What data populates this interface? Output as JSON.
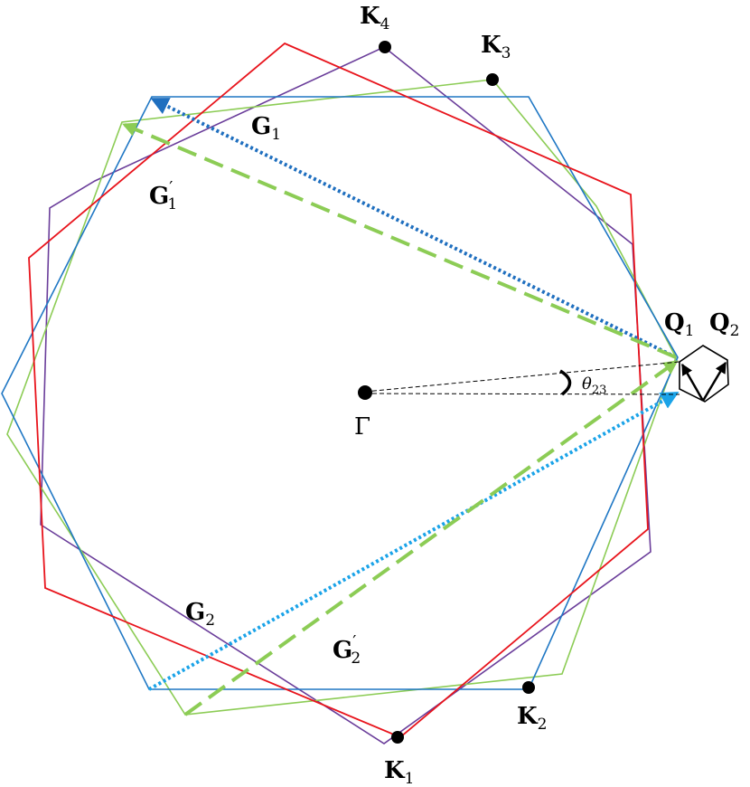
{
  "colors": {
    "red_hexagon": "#e8141c",
    "blue_hexagon": "#1f77c4",
    "green_hexagon": "#8ccc55",
    "purple_hexagon": "#6a3d9a",
    "G1_arrow": "#1f6fbf",
    "G2_arrow": "#1aa3e8",
    "Gprime_arrows": "#8ccc55",
    "guide_lines": "#000000"
  },
  "labels": {
    "K1": {
      "base": "K",
      "sub": "1"
    },
    "K2": {
      "base": "K",
      "sub": "2"
    },
    "K3": {
      "base": "K",
      "sub": "3"
    },
    "K4": {
      "base": "K",
      "sub": "4"
    },
    "Q1": {
      "base": "Q",
      "sub": "1"
    },
    "Q2": {
      "base": "Q",
      "sub": "2"
    },
    "G1": {
      "base": "G",
      "sub": "1"
    },
    "G2": {
      "base": "G",
      "sub": "2"
    },
    "G1p": {
      "base": "G",
      "prime": "′",
      "sub": "1"
    },
    "G2p": {
      "base": "G",
      "prime": "′",
      "sub": "2"
    },
    "Gamma": "Γ",
    "theta": {
      "base": "θ",
      "sub": "23"
    }
  }
}
